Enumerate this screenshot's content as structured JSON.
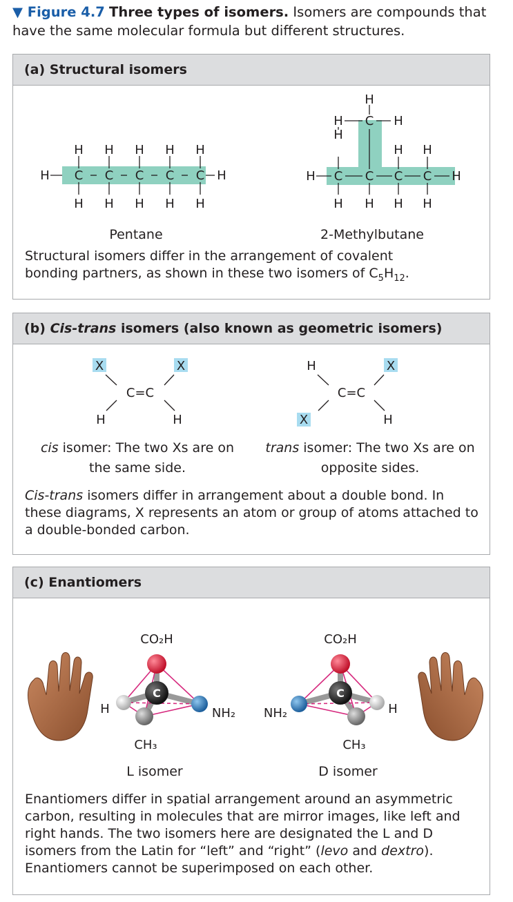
{
  "caption": {
    "figure": "▼ Figure 4.7",
    "title": "Three types of isomers.",
    "text": "Isomers are compounds that have the same molecular formula but different structures."
  },
  "panel_a": {
    "header": "(a) Structural isomers",
    "left_label": "Pentane",
    "right_label": "2-Methylbutane",
    "desc_line1": "Structural isomers differ in the arrangement of covalent",
    "desc_line2_pre": "bonding partners, as shown in these two isomers of C",
    "desc_sub1": "5",
    "desc_mid": "H",
    "desc_sub2": "12",
    "desc_end": "."
  },
  "panel_b": {
    "header_pre": "(b) ",
    "header_em": "Cis-trans",
    "header_post": " isomers (also known as geometric isomers)",
    "cis_em": "cis",
    "cis_line1": " isomer: The two Xs are on",
    "cis_line2": "the same side.",
    "trans_em": "trans",
    "trans_line1": " isomer: The two Xs are on",
    "trans_line2": "opposite sides.",
    "desc_em": "Cis-trans",
    "desc_rest": " isomers differ in arrangement about a double bond. In these diagrams, X represents an atom or group of atoms attached to a double-bonded carbon."
  },
  "panel_c": {
    "header": "(c) Enantiomers",
    "left_label": "L isomer",
    "right_label": "D isomer",
    "desc_pre": "Enantiomers differ in spatial arrangement around an asymmetric carbon, resulting in molecules that are mirror images, like left and right hands. The two isomers here are designated the L and D isomers from the Latin for “left” and “right” (",
    "desc_em1": "levo",
    "desc_and": " and ",
    "desc_em2": "dextro",
    "desc_post": "). Enantiomers cannot be superimposed on each other."
  },
  "atoms": {
    "H": "H",
    "C": "C",
    "X": "X",
    "dbl": "C=C",
    "co2h": "CO₂H",
    "nh2": "NH₂",
    "ch3": "CH₃"
  },
  "colors": {
    "highlight": "#8fd1c0",
    "xbox": "#a8dcf0",
    "oxygen": "#e0213c",
    "nitrogen": "#2a7fc0",
    "magenta": "#d6297e",
    "accent": "#1a5ea8"
  }
}
